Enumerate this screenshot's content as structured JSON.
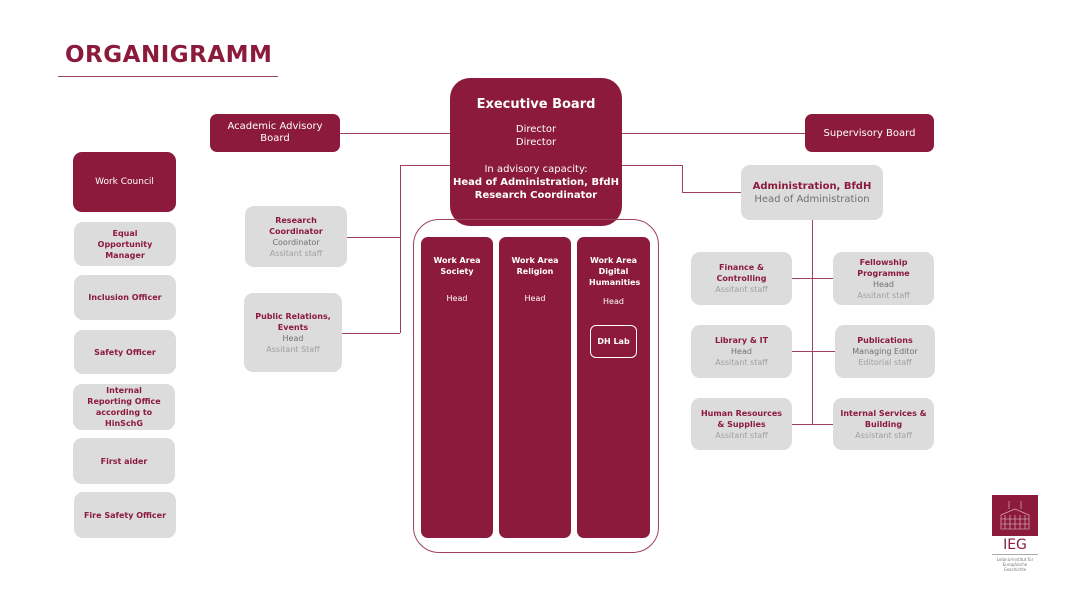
{
  "title": "ORGANIGRAMM",
  "academic_advisory_board": "Academic Advisory Board",
  "supervisory_board": "Supervisory Board",
  "executive_board": {
    "title": "Executive Board",
    "lines": [
      "Director",
      "Director"
    ],
    "advisory_label": "In advisory capacity:",
    "advisory": [
      "Head of Administration, BfdH",
      "Research Coordinator"
    ]
  },
  "work_council": "Work Council",
  "left_boxes": [
    "Equal Opportunity Manager",
    "Inclusion Officer",
    "Safety Officer",
    "Internal Reporting Office according to HinSchG",
    "First aider",
    "Fire Safety Officer"
  ],
  "research_coordinator": {
    "title": "Research Coordinator",
    "head": "Coordinator",
    "staff": "Assitant staff"
  },
  "public_relations": {
    "title": "Public Relations, Events",
    "head": "Head",
    "staff": "Assitant Staff"
  },
  "work_areas": [
    {
      "title": "Work Area Society",
      "head": "Head"
    },
    {
      "title": "Work Area Religion",
      "head": "Head"
    },
    {
      "title": "Work Area Digital Humanities",
      "head": "Head",
      "sub": "DH Lab"
    }
  ],
  "administration": {
    "title": "Administration, BfdH",
    "head": "Head of Administration"
  },
  "admin_units": [
    {
      "title": "Finance & Controlling",
      "head": "",
      "staff": "Assitant staff"
    },
    {
      "title": "Fellowship Programme",
      "head": "Head",
      "staff": "Assitant staff"
    },
    {
      "title": "Library & IT",
      "head": "Head",
      "staff": "Assitant staff"
    },
    {
      "title": "Publications",
      "head": "Managing Editor",
      "staff": "Editorial staff"
    },
    {
      "title": "Human Resources & Supplies",
      "head": "",
      "staff": "Assitant staff"
    },
    {
      "title": "Internal Services & Building",
      "head": "",
      "staff": "Assistant staff"
    }
  ],
  "logo": {
    "name": "IEG",
    "subtitle": "Leibniz-Institut für Europäische Geschichte"
  },
  "colors": {
    "accent": "#8b1a3c",
    "box_grey": "#dcdcdc"
  }
}
